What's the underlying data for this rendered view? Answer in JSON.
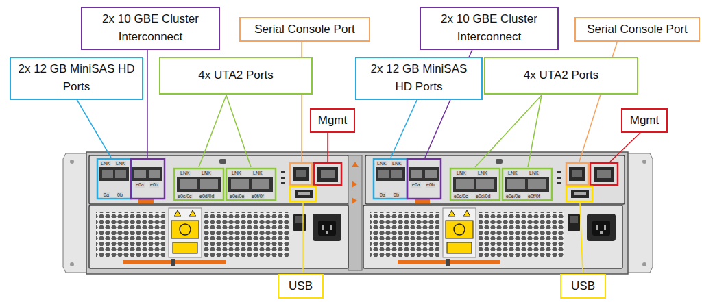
{
  "diagram": {
    "nodes": [
      {
        "text": [
          "2x 10 GBE Cluster Interconnect"
        ]
      },
      {
        "text": [
          "Serial Console Port"
        ]
      },
      {
        "text": [
          "2x 10 GBE Cluster Interconnect"
        ]
      },
      {
        "text": [
          "Serial Console Port"
        ]
      },
      {
        "text": [
          "2x 12 GB MiniSAS HD Ports"
        ]
      },
      {
        "text": [
          "4x UTA2 Ports"
        ]
      },
      {
        "text": [
          "2x 12 GB MiniSAS HD Ports"
        ]
      },
      {
        "text": [
          "4x UTA2 Ports"
        ]
      },
      {
        "text": [
          "Mgmt"
        ]
      },
      {
        "text": [
          "Mgmt"
        ]
      },
      {
        "text": [
          "USB"
        ]
      },
      {
        "text": [
          "USB"
        ]
      }
    ],
    "labels": [
      "LNK",
      "LNK",
      "0a",
      "0b",
      "e0a",
      "e0b",
      "LNK",
      "LNK",
      "LNK",
      "LNK",
      "e0c/0c",
      "e0d/0d",
      "e0e/0e",
      "e0f/0f",
      "LNK",
      "LNK",
      "0a",
      "0b",
      "e0a",
      "e0b",
      "LNK",
      "LNK",
      "LNK",
      "LNK",
      "e0c/0c",
      "e0d/0d",
      "e0e/0e",
      "e0f/0f"
    ]
  }
}
